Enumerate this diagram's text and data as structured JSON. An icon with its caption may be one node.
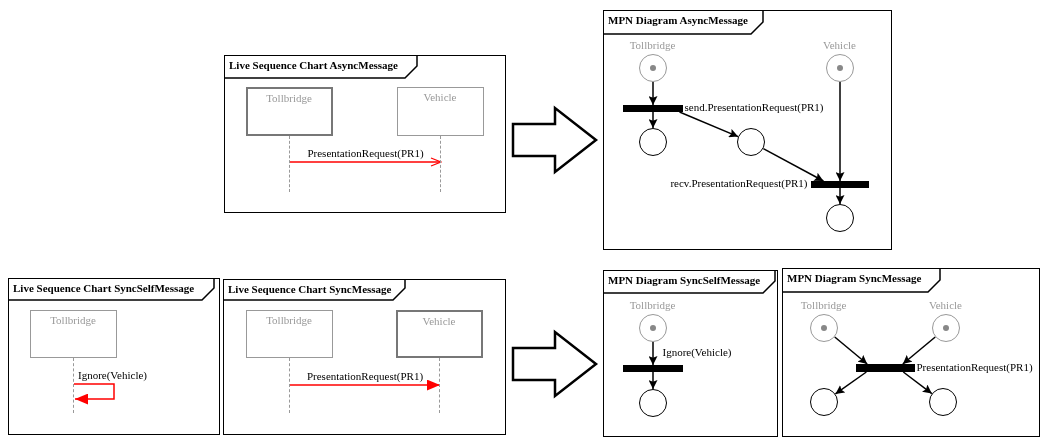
{
  "diagram": {
    "nodes": [
      {
        "text": [
          "Live Sequence Chart AsyncMessage"
        ]
      },
      {
        "text": [
          "Tollbridge"
        ],
        "in": 0
      },
      {
        "text": [
          "Vehicle"
        ],
        "in": 0
      },
      {
        "text": [],
        "shape": "line",
        "in": 0
      },
      {
        "text": [],
        "shape": "line",
        "in": 0
      },
      {
        "text": [
          "MPN Diagram AsyncMessage"
        ]
      },
      {
        "text": [
          "Tollbridge"
        ],
        "in": 5
      },
      {
        "text": [
          "Vehicle"
        ],
        "in": 5
      },
      {
        "text": [],
        "shape": "bar",
        "beside": [
          "send.PresentationRequest(PR1)"
        ],
        "in": 5
      },
      {
        "text": [],
        "shape": "circle",
        "in": 5
      },
      {
        "text": [],
        "shape": "circle",
        "in": 5
      },
      {
        "text": [],
        "shape": "bar",
        "beside": [
          "recv.PresentationRequest(PR1)"
        ],
        "in": 5
      },
      {
        "text": [],
        "shape": "circle",
        "in": 5
      },
      {
        "text": [
          "Live Sequence Chart SyncSelfMessage"
        ]
      },
      {
        "text": [
          "Tollbridge"
        ],
        "in": 13
      },
      {
        "text": [],
        "shape": "line",
        "in": 13
      },
      {
        "text": [
          "Live Sequence Chart SyncMessage"
        ]
      },
      {
        "text": [
          "Tollbridge"
        ],
        "in": 16
      },
      {
        "text": [
          "Vehicle"
        ],
        "in": 16
      },
      {
        "text": [],
        "shape": "line",
        "in": 16
      },
      {
        "text": [],
        "shape": "line",
        "in": 16
      },
      {
        "text": [
          "MPN Diagram SyncSelfMessage"
        ]
      },
      {
        "text": [
          "Tollbridge"
        ],
        "in": 21
      },
      {
        "text": [],
        "shape": "bar",
        "beside": [
          "Ignore(Vehicle)"
        ],
        "in": 21
      },
      {
        "text": [],
        "shape": "circle",
        "in": 21
      },
      {
        "text": [
          "MPN Diagram SyncMessage"
        ]
      },
      {
        "text": [
          "Tollbridge"
        ],
        "in": 25
      },
      {
        "text": [
          "Vehicle"
        ],
        "in": 25
      },
      {
        "text": [],
        "shape": "bar",
        "beside": [
          "PresentationRequest(PR1)"
        ],
        "in": 25
      },
      {
        "text": [],
        "shape": "circle",
        "in": 25
      },
      {
        "text": [],
        "shape": "circle",
        "in": 25
      }
    ],
    "edges": [
      {
        "from": 3,
        "to": 4,
        "arrow": "to",
        "label": "PresentationRequest(PR1)",
        "color": "#ff0000"
      },
      {
        "from": 0,
        "to": 5,
        "arrow": "to",
        "style": "thick"
      },
      {
        "from": 6,
        "to": 8,
        "arrow": "to"
      },
      {
        "from": 8,
        "to": 9,
        "arrow": "to"
      },
      {
        "from": 8,
        "to": 10,
        "arrow": "to"
      },
      {
        "from": 10,
        "to": 11,
        "arrow": "to"
      },
      {
        "from": 7,
        "to": 11,
        "arrow": "to"
      },
      {
        "from": 11,
        "to": 12,
        "arrow": "to"
      },
      {
        "from": 15,
        "to": 15,
        "arrow": "to",
        "label": "Ignore(Vehicle)",
        "color": "#ff0000"
      },
      {
        "from": 19,
        "to": 20,
        "arrow": "to",
        "label": "PresentationRequest(PR1)",
        "color": "#ff0000"
      },
      {
        "from": 16,
        "to": 21,
        "arrow": "to",
        "style": "thick"
      },
      {
        "from": 22,
        "to": 23,
        "arrow": "to"
      },
      {
        "from": 23,
        "to": 24,
        "arrow": "to"
      },
      {
        "from": 26,
        "to": 28,
        "arrow": "to"
      },
      {
        "from": 27,
        "to": 28,
        "arrow": "to"
      },
      {
        "from": 28,
        "to": 29,
        "arrow": "to"
      },
      {
        "from": 28,
        "to": 30,
        "arrow": "to"
      }
    ]
  }
}
